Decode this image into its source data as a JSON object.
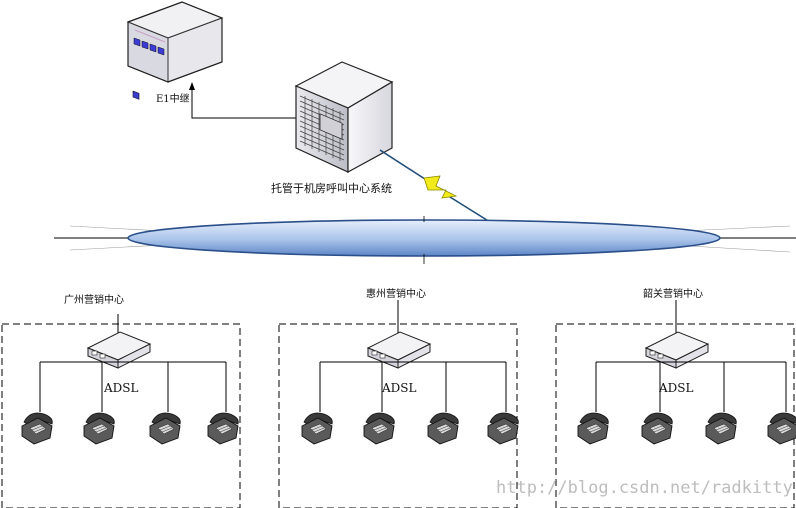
{
  "diagram": {
    "e1_trunk_label": "E1中继",
    "hosted_system_label": "托管于机房呼叫中心系统",
    "centers": [
      {
        "name": "广州营销中心",
        "device_label": "ADSL"
      },
      {
        "name": "惠州营销中心",
        "device_label": "ADSL"
      },
      {
        "name": "韶关营销中心",
        "device_label": "ADSL"
      }
    ],
    "phones_per_center": 4,
    "watermark": "http://blog.csdn.net/radkitty"
  },
  "colors": {
    "network_fill_light": "#dce8f8",
    "network_fill_dark": "#7aa0d8",
    "network_stroke": "#2a4f8a",
    "lightning": "#f2ea1a",
    "lightning_stroke": "#8a8a00",
    "line": "#000000"
  }
}
